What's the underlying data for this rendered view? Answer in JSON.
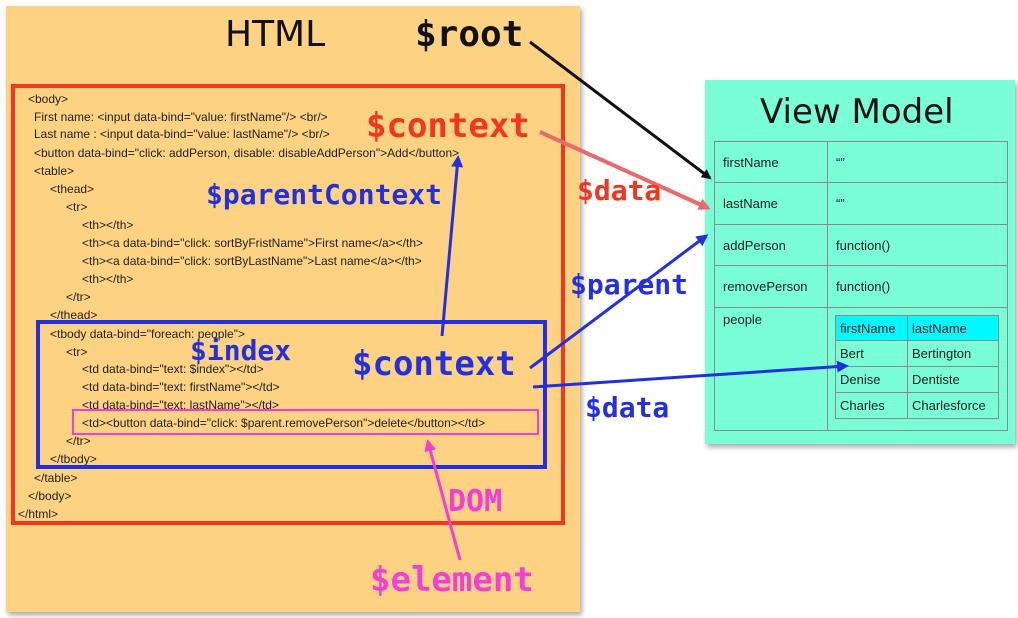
{
  "html_panel": {
    "title": "HTML",
    "code_lines": [
      "<body>",
      "First name: <input data-bind=\"value: firstName\"/> <br/>",
      "Last name : <input data-bind=\"value: lastName\"/> <br/>",
      "<button data-bind=\"click: addPerson, disable: disableAddPerson\">Add</button>",
      "<table>",
      "<thead>",
      "<tr>",
      "<th></th>",
      "<th><a data-bind=\"click: sortByFristName\">First name</a></th>",
      "<th><a data-bind=\"click: sortByLastName\">Last name</a></th>",
      "<th></th>",
      "</tr>",
      "</thead>",
      "<tbody data-bind=\"foreach: people\">",
      "<tr>",
      "<td data-bind=\"text: $index\"></td>",
      "<td data-bind=\"text: firstName\"></td>",
      "<td data-bind=\"text: lastName\"></td>",
      "<td><button data-bind=\"click: $parent.removePerson\">delete</button></td>",
      "</tr>",
      "</tbody>",
      "</table>",
      "</body>",
      "</html>"
    ]
  },
  "labels": {
    "root": "$root",
    "context_top": "$context",
    "data_red": "$data",
    "parent_context": "$parentContext",
    "parent": "$parent",
    "index": "$index",
    "context_inner": "$context",
    "data_blue": "$data",
    "dom": "DOM",
    "element": "$element"
  },
  "view_model": {
    "title": "View Model",
    "rows": [
      {
        "key": "firstName",
        "value": "“”"
      },
      {
        "key": "lastName",
        "value": "“”"
      },
      {
        "key": "addPerson",
        "value": "function()"
      },
      {
        "key": "removePerson",
        "value": "function()"
      },
      {
        "key": "people",
        "value": ""
      }
    ],
    "people_table": {
      "headers": [
        "firstName",
        "lastName"
      ],
      "rows": [
        [
          "Bert",
          "Bertington"
        ],
        [
          "Denise",
          "Dentiste"
        ],
        [
          "Charles",
          "Charlesforce"
        ]
      ]
    }
  },
  "colors": {
    "red": "#f4361f",
    "blue": "#2330e0",
    "magenta": "#f23fd6",
    "panel_orange": "#fed283",
    "panel_green": "#79fed8",
    "header_cyan": "#00f9fe"
  }
}
